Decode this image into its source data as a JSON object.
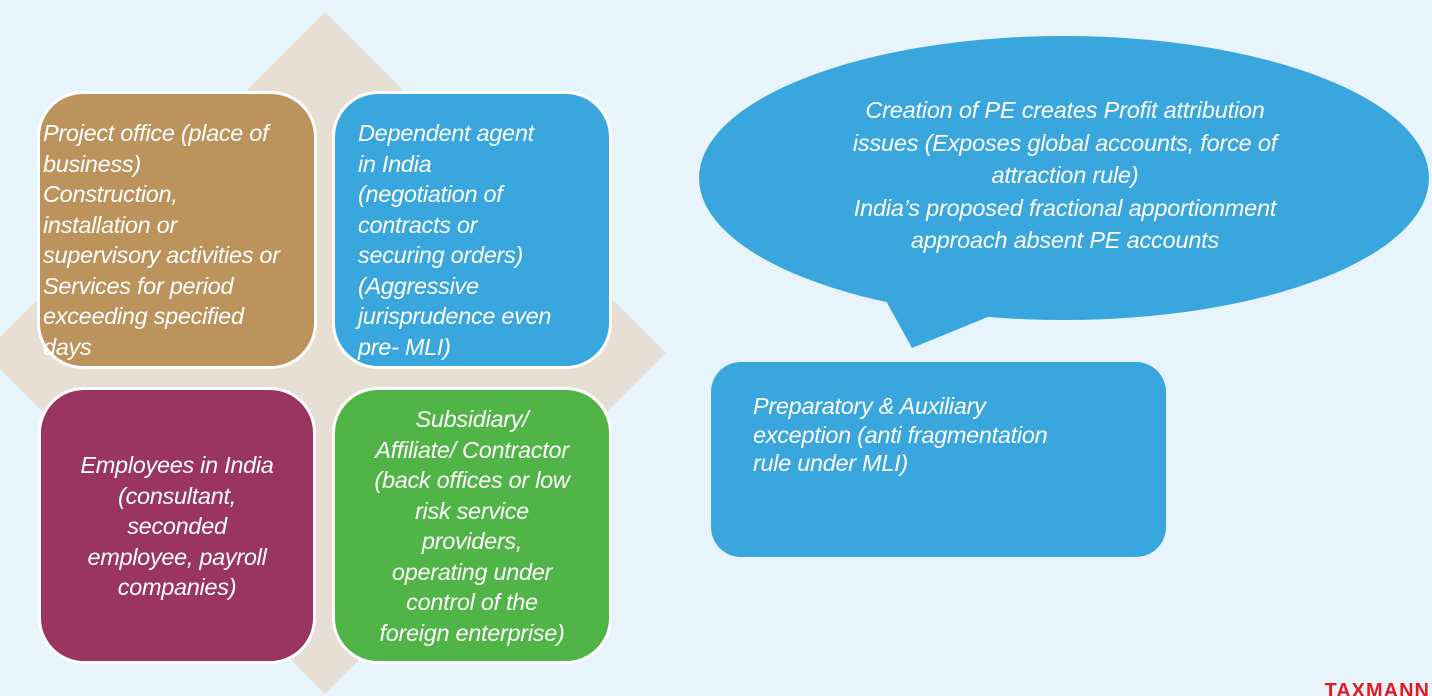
{
  "slide": {
    "quadrants": [
      {
        "name": "project-office",
        "color": "#bc935c",
        "lines": [
          "Project office (place of",
          "business)",
          "Construction,",
          "installation or",
          "supervisory activities or",
          "Services for period",
          "exceeding specified",
          "days"
        ]
      },
      {
        "name": "dependent-agent",
        "color": "#39a7dd",
        "lines": [
          "Dependent agent",
          "in India",
          "(negotiation of",
          "contracts or",
          "securing orders)",
          "(Aggressive",
          "jurisprudence even",
          "pre- MLI)"
        ]
      },
      {
        "name": "employees",
        "color": "#993560",
        "lines": [
          "Employees in India",
          "(consultant,",
          "seconded",
          "employee, payroll",
          "companies)"
        ]
      },
      {
        "name": "subsidiary",
        "color": "#51b447",
        "lines": [
          "Subsidiary/",
          "Affiliate/ Contractor",
          "(back offices or low",
          "risk service",
          "providers,",
          "operating under",
          "control of the",
          "foreign enterprise)"
        ]
      }
    ],
    "speech_bubble": {
      "color": "#39a7dd",
      "lines": [
        "Creation of PE creates Profit attribution",
        "issues (Exposes global accounts, force of",
        "attraction rule)",
        "India’s proposed fractional apportionment",
        "approach  absent PE accounts"
      ]
    },
    "preparatory_box": {
      "color": "#39a7dd",
      "lines": [
        "Preparatory  & Auxiliary",
        "exception (anti fragmentation",
        "rule under MLI)"
      ]
    },
    "logo_text": "TAXMANN"
  }
}
